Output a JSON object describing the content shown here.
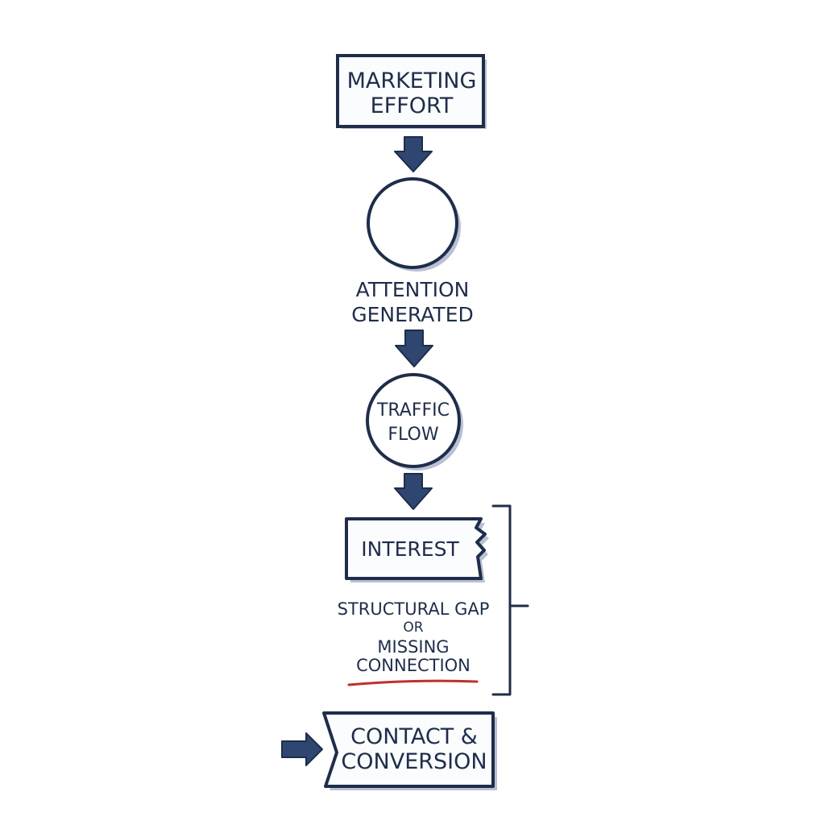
{
  "colors": {
    "ink": "#1f2d4a",
    "arrow": "#2e4670",
    "shadow": "#b9c0d4",
    "box_fill": "#fbfcfd",
    "underline": "#c1302b"
  },
  "nodes": {
    "marketing": {
      "line1": "MARKETING",
      "line2": "EFFORT"
    },
    "attention": {
      "line1": "ATTENTION",
      "line2": "GENERATED"
    },
    "traffic": {
      "line1": "TRAFFIC",
      "line2": "FLOW"
    },
    "interest": {
      "label": "INTEREST"
    },
    "gap": {
      "line1": "STRUCTURAL GAP",
      "line2": "OR",
      "line3": "MISSING",
      "line4": "CONNECTION"
    },
    "contact": {
      "line1": "CONTACT &",
      "line2": "CONVERSION"
    }
  }
}
